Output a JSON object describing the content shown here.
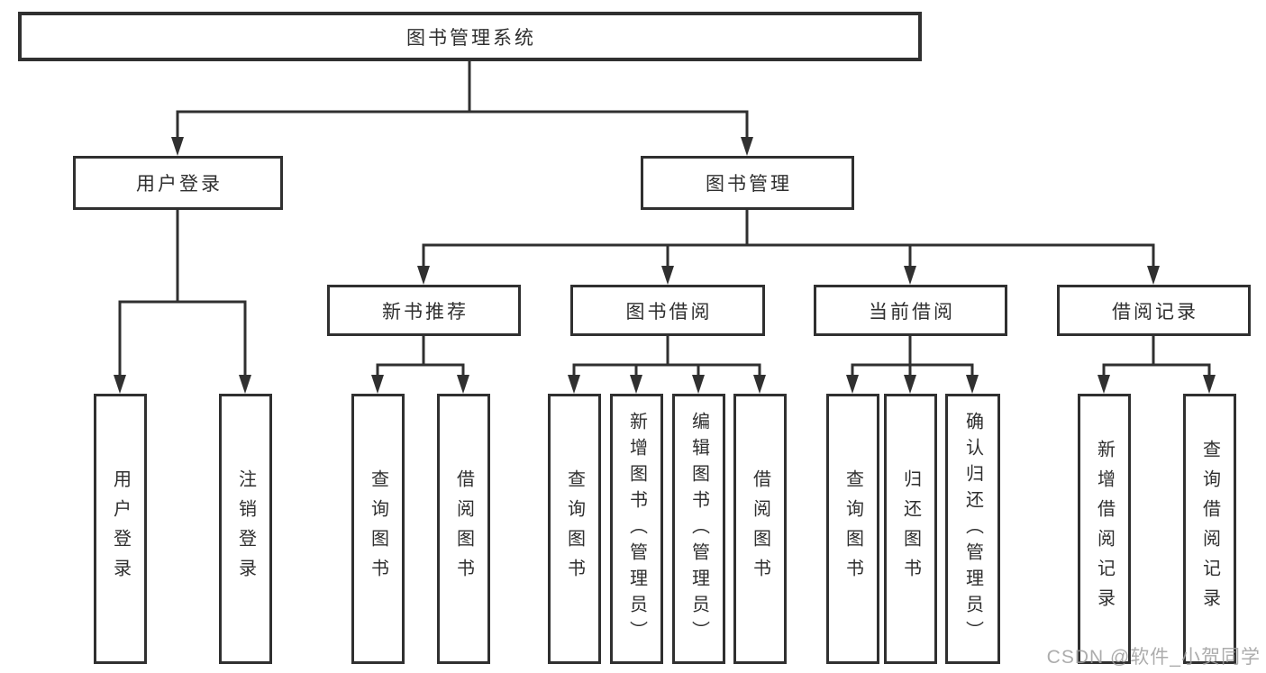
{
  "diagram": {
    "root": "图书管理系统",
    "branches": [
      {
        "label": "用户登录",
        "leaves": [
          "用户登录",
          "注销登录"
        ]
      },
      {
        "label": "图书管理",
        "children": [
          {
            "label": "新书推荐",
            "leaves": [
              "查询图书",
              "借阅图书"
            ]
          },
          {
            "label": "图书借阅",
            "leaves": [
              "查询图书",
              "新增图书（管理员）",
              "编辑图书（管理员）",
              "借阅图书"
            ]
          },
          {
            "label": "当前借阅",
            "leaves": [
              "查询图书",
              "归还图书",
              "确认归还（管理员）"
            ]
          },
          {
            "label": "借阅记录",
            "leaves": [
              "新增借阅记录",
              "查询借阅记录"
            ]
          }
        ]
      }
    ]
  },
  "watermark": {
    "text": "CSDN @软件_小贺同学"
  },
  "colors": {
    "line": "#303030",
    "box_border": "#303030",
    "text": "#2f2f2f",
    "background": "#ffffff",
    "watermark": "#9e9e9e"
  }
}
